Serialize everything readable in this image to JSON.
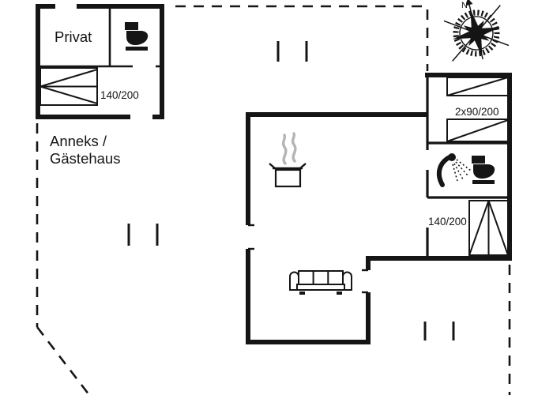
{
  "floorplan": {
    "colors": {
      "ink": "#151515",
      "background": "#ffffff",
      "steam": "#b4b4b4"
    },
    "annex": {
      "room_label": "Privat",
      "name_line1": "Anneks /",
      "name_line2": "Gästehaus",
      "bed_size": "140/200"
    },
    "bedrooms": {
      "twin_bed_size": "2x90/200",
      "south_bed_size": "140/200"
    },
    "compass": {
      "north_label": "N"
    },
    "icons": {
      "toilet": "toilet-silhouette",
      "shower": "shower-head-with-spray",
      "stove": "cooking-pot-with-steam",
      "sofa": "three-seat-sofa",
      "compass": "compass-rose",
      "window_marks": "paired-short-ticks"
    }
  }
}
